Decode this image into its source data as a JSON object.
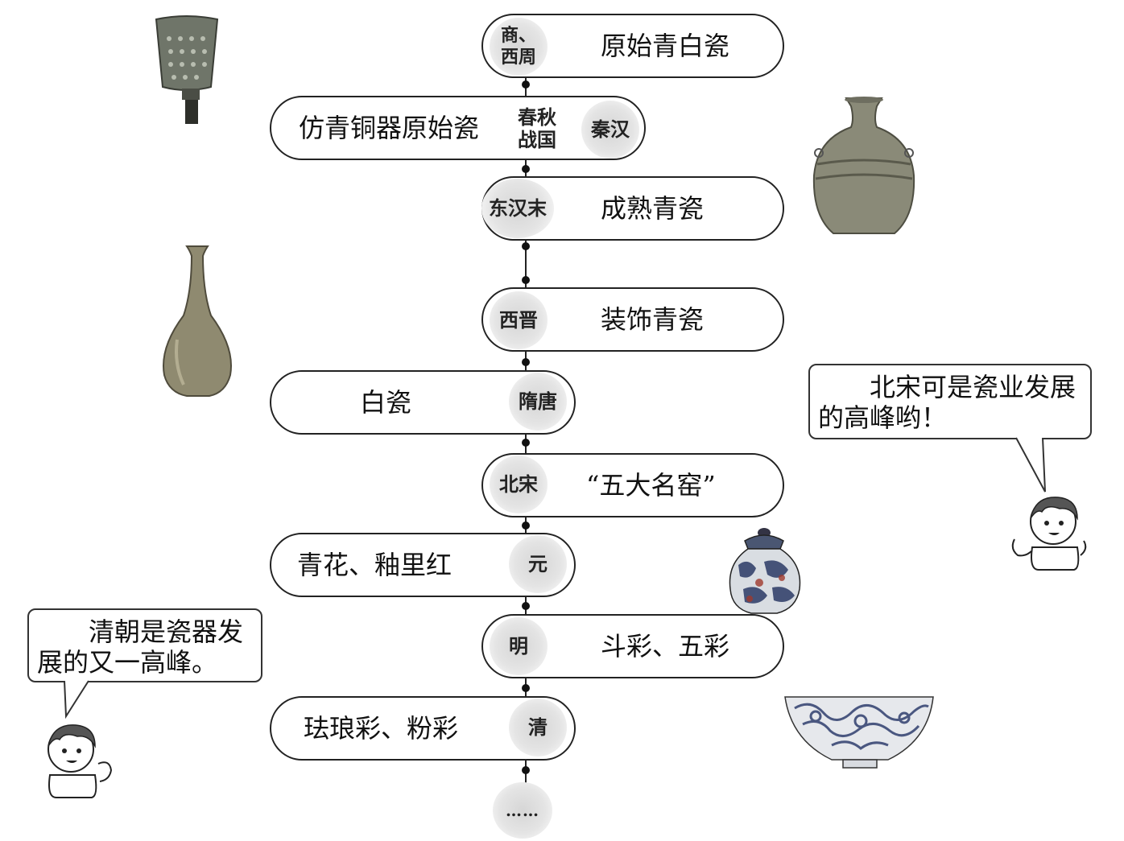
{
  "timeline": [
    {
      "period": [
        "商、",
        "西周"
      ],
      "label": "原始青白瓷"
    },
    {
      "period": [
        "春秋",
        "战国"
      ],
      "period_extra": "秦汉",
      "label": "仿青铜器原始瓷"
    },
    {
      "period": [
        "东汉末"
      ],
      "label": "成熟青瓷"
    },
    {
      "period": [
        "西晋"
      ],
      "label": "装饰青瓷"
    },
    {
      "period": [
        "隋唐"
      ],
      "label": "白瓷"
    },
    {
      "period": [
        "北宋"
      ],
      "label": "“五大名窑”"
    },
    {
      "period": [
        "元"
      ],
      "label": "青花、釉里红"
    },
    {
      "period": [
        "明"
      ],
      "label": "斗彩、五彩"
    },
    {
      "period": [
        "清"
      ],
      "label": "珐琅彩、粉彩"
    }
  ],
  "continuation": "……",
  "speech": {
    "right": "北宋可是瓷业发展的高峰哟！",
    "left": "清朝是瓷器发展的又一高峰。"
  },
  "images": [
    "bronze-vessel-icon",
    "celadon-jar-icon",
    "celadon-vase-icon",
    "lidded-jar-icon",
    "porcelain-bowl-icon",
    "boy-icon"
  ],
  "colors": {
    "line": "#222222",
    "era_fill": "#dddddd"
  }
}
